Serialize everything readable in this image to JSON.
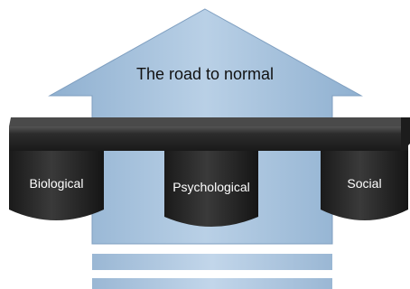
{
  "title": "The road to normal",
  "pillars": [
    {
      "label": "Biological"
    },
    {
      "label": "Psychological"
    },
    {
      "label": "Social"
    }
  ],
  "colors": {
    "arrow_light": "#b9d0e6",
    "arrow_dark": "#8fb0d0",
    "beam": "#2a2a2a",
    "pillar": "#262626",
    "label_text": "#ffffff",
    "title_text": "#111111"
  }
}
